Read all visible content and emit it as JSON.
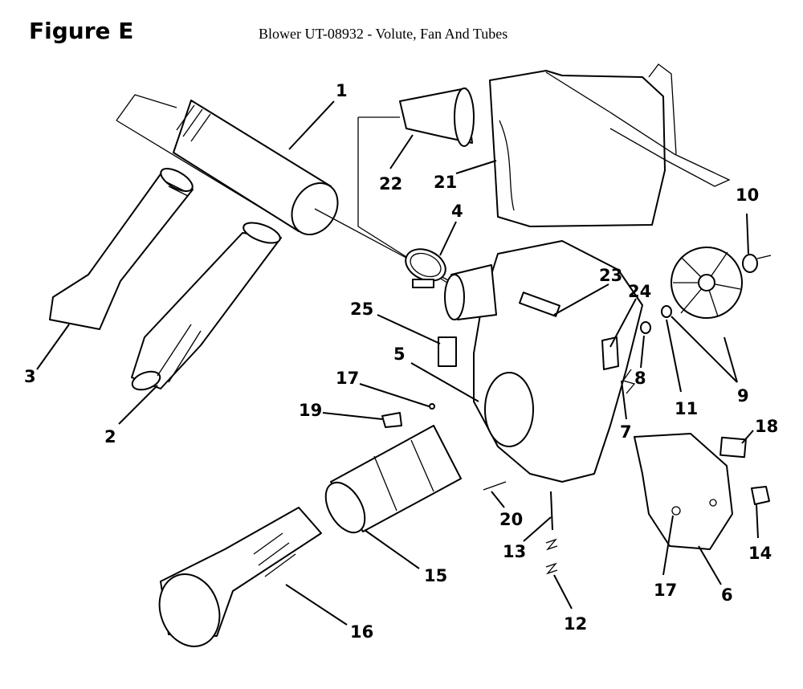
{
  "figure_label": "Figure E",
  "title": "Blower UT-08932  - Volute, Fan And Tubes",
  "callouts": [
    "1",
    "2",
    "3",
    "4",
    "5",
    "6",
    "7",
    "8",
    "9",
    "10",
    "11",
    "12",
    "13",
    "14",
    "15",
    "16",
    "17",
    "17",
    "18",
    "19",
    "20",
    "21",
    "22",
    "23",
    "24",
    "25"
  ]
}
